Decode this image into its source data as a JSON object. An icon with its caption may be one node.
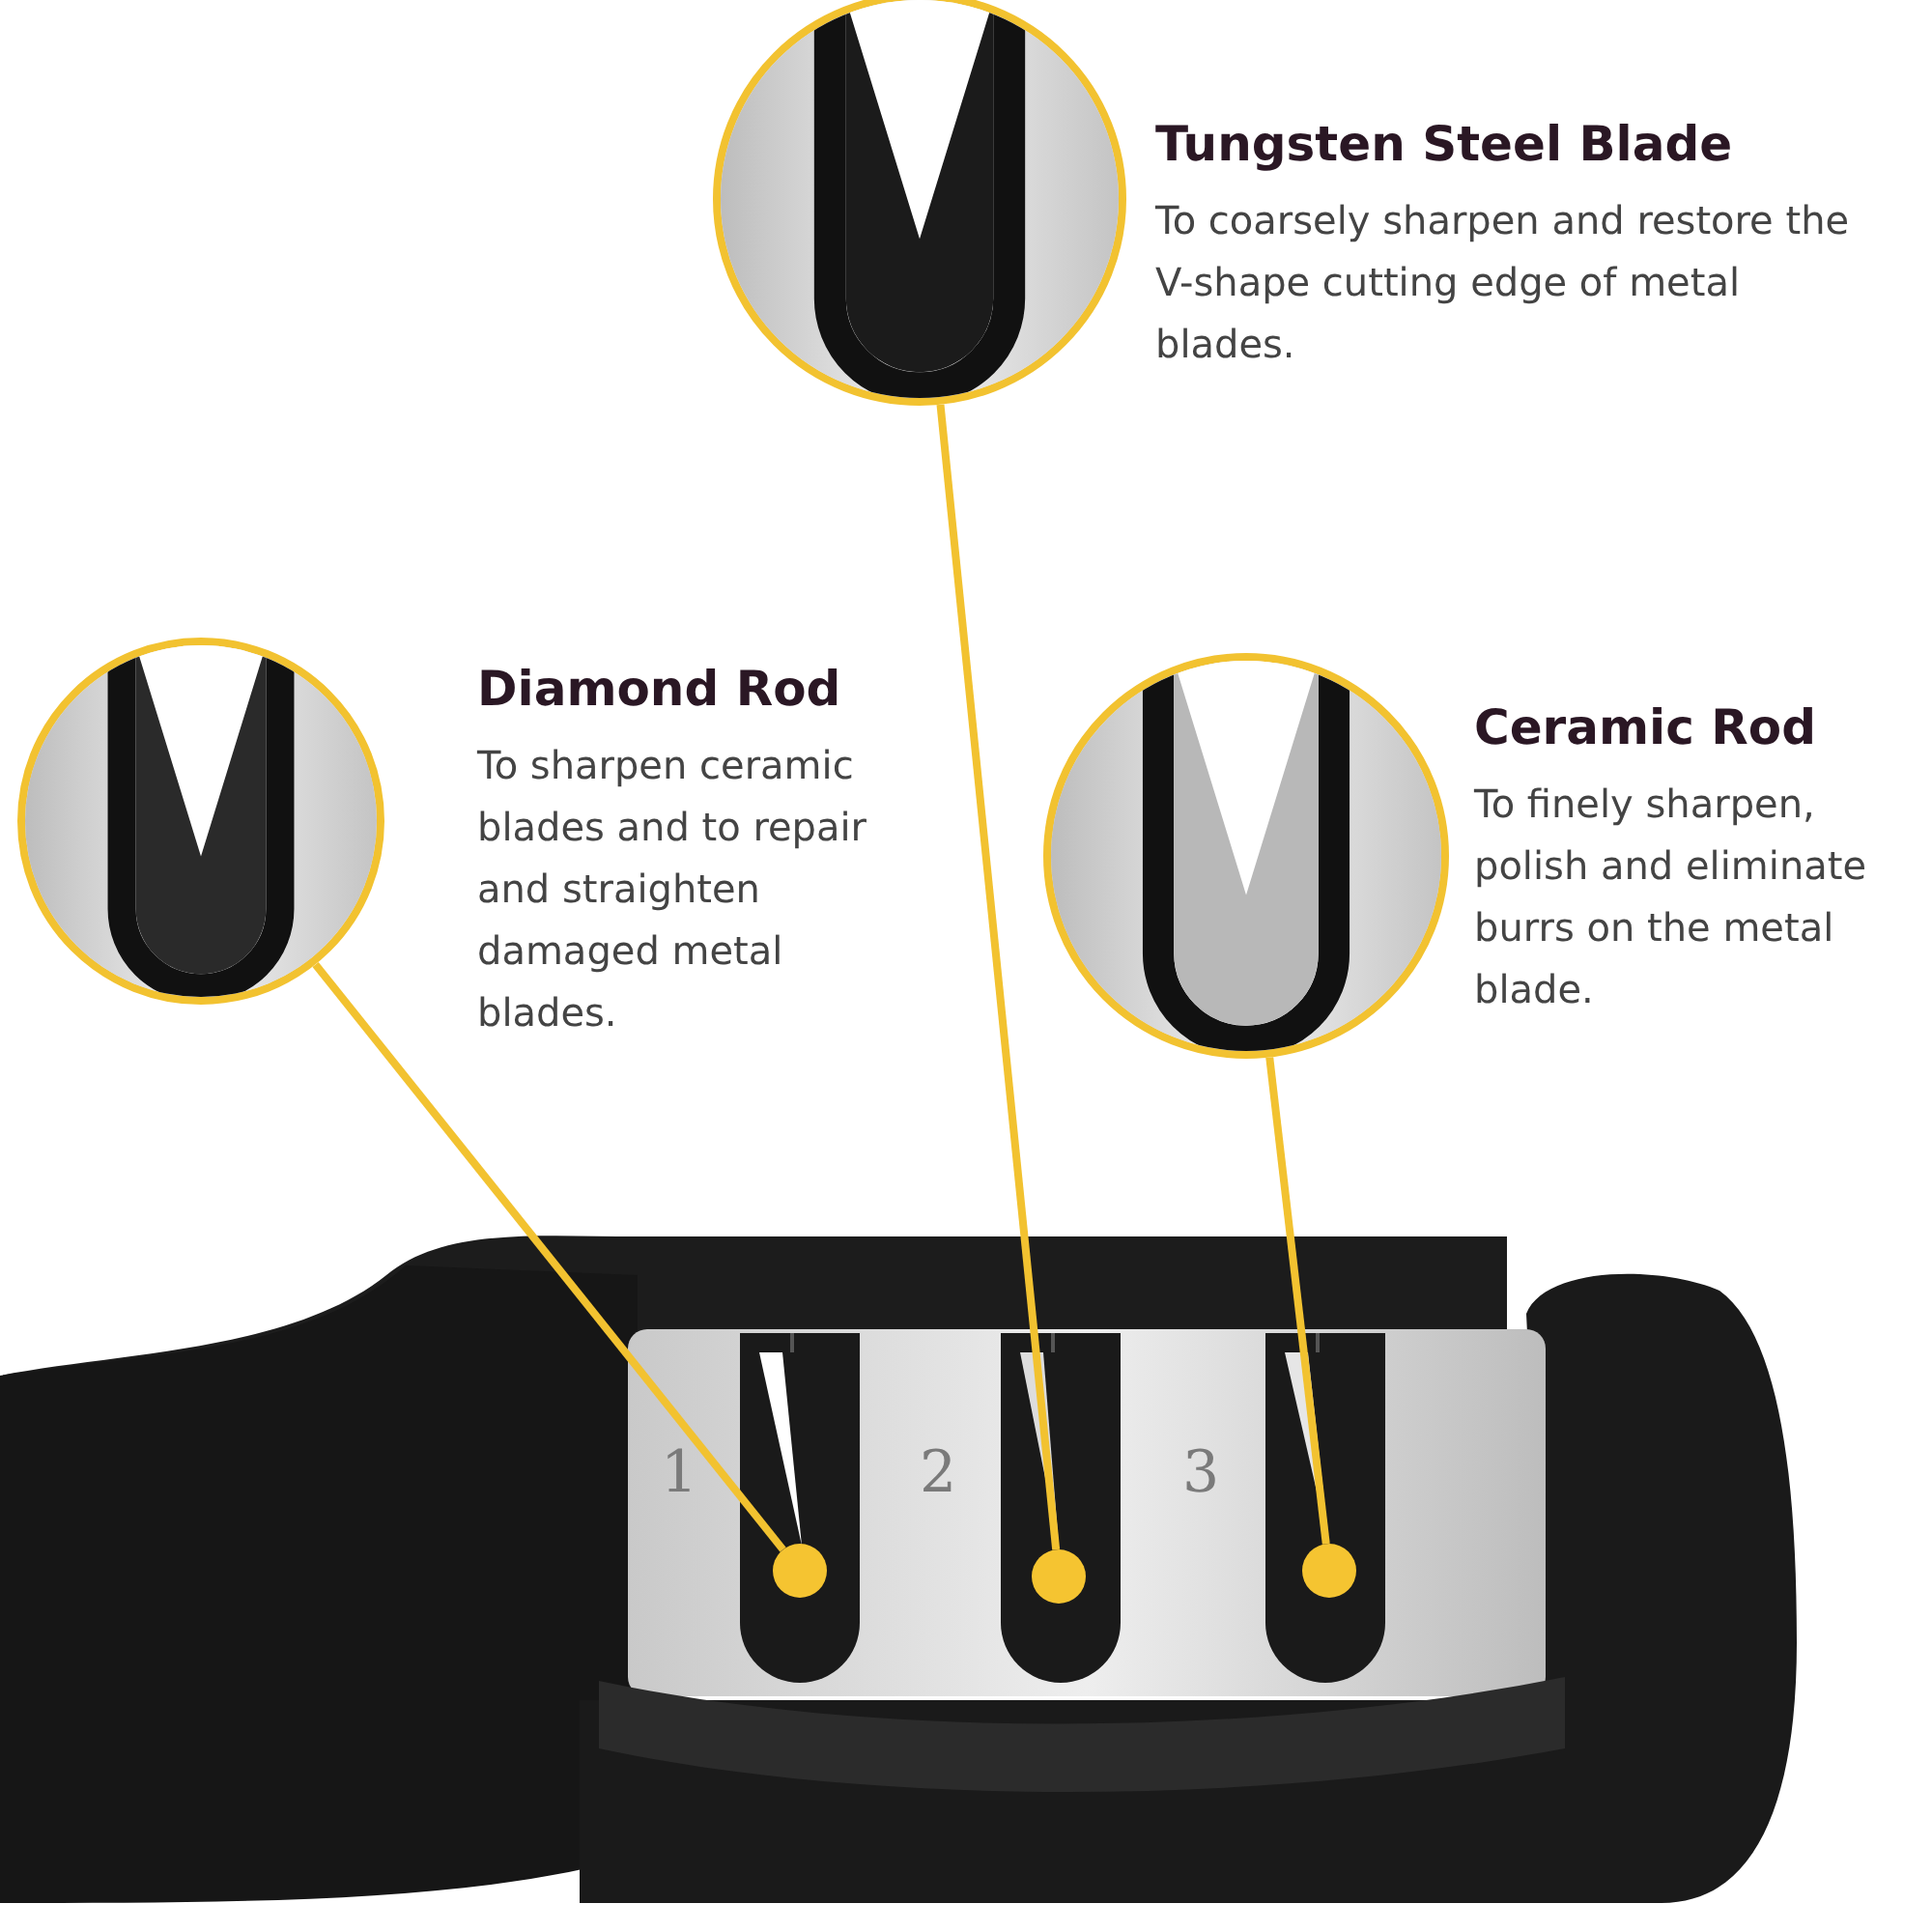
{
  "diagram": {
    "nodes": [
      {
        "text": [
          "Tungsten Steel Blade",
          "To coarsely sharpen and restore the V-shape cutting edge of metal blades."
        ]
      },
      {
        "text": [
          "Diamond Rod",
          "To sharpen ceramic blades and to repair and straighten damaged metal blades."
        ]
      },
      {
        "text": [
          "Ceramic Rod",
          "To finely sharpen, polish and eliminate burrs on the metal blade."
        ]
      },
      {
        "text": [],
        "shape": "circle"
      },
      {
        "text": [],
        "shape": "circle"
      },
      {
        "text": [],
        "shape": "circle"
      }
    ],
    "edges": [
      {
        "from": 1,
        "to": 3,
        "arrow": "none"
      },
      {
        "from": 0,
        "to": 4,
        "arrow": "none"
      },
      {
        "from": 2,
        "to": 5,
        "arrow": "none"
      }
    ],
    "labels": [
      "1",
      "2",
      "3"
    ]
  }
}
